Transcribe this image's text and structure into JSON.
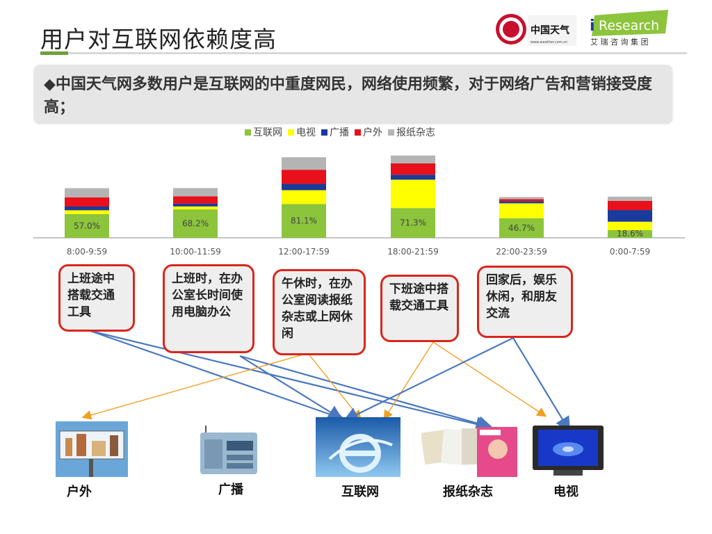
{
  "title": "用户对互联网依赖度高",
  "banner": {
    "text": "◆中国天气网多数用户是互联网的中重度网民，网络使用频繁，对于网络广告和营销接受度高；"
  },
  "logos": {
    "weather_cn": "中国天气",
    "weather_url": "www.weather.com.cn",
    "iresearch_main": "iResearch",
    "iresearch_cn": "艾 瑞 咨 询 集 团"
  },
  "colors": {
    "internet": "#8cc43c",
    "tv": "#ffff00",
    "radio": "#1a3a9c",
    "outdoor": "#e8101a",
    "print": "#b4b4b4",
    "callout_border": "#d9261c",
    "arrow_blue": "#4a78c0",
    "arrow_orange": "#f0a020"
  },
  "chart_data": {
    "type": "bar",
    "stacked": true,
    "categories": [
      "8:00-9:59",
      "10:00-11:59",
      "12:00-17:59",
      "18:00-21:59",
      "22:00-23:59",
      "0:00-7:59"
    ],
    "series": [
      {
        "name": "互联网",
        "values": [
          57.0,
          68.2,
          81.1,
          71.3,
          46.7,
          18.6
        ]
      },
      {
        "name": "电视",
        "values": [
          9,
          7,
          33,
          68,
          36,
          20
        ]
      },
      {
        "name": "广播",
        "values": [
          9,
          7,
          15,
          12,
          5,
          28
        ]
      },
      {
        "name": "户外",
        "values": [
          22,
          17,
          34,
          27,
          5,
          22
        ]
      },
      {
        "name": "报纸杂志",
        "values": [
          22,
          20,
          30,
          19,
          5,
          10
        ]
      }
    ],
    "data_labels": [
      "57.0%",
      "68.2%",
      "81.1%",
      "71.3%",
      "46.7%",
      "18.6%"
    ],
    "legend_position": "top",
    "grid": false
  },
  "callouts": [
    {
      "text": "上班途中搭载交通工具"
    },
    {
      "text": "上班时，在办公室长时间使用电脑办公"
    },
    {
      "text": "午休时，在办公室阅读报纸杂志或上网休闲"
    },
    {
      "text": "下班途中搭载交通工具"
    },
    {
      "text": "回家后，娱乐休闲，和朋友交流"
    }
  ],
  "media": [
    {
      "label": "户外",
      "icon": "billboard-image"
    },
    {
      "label": "广播",
      "icon": "radio-image"
    },
    {
      "label": "互联网",
      "icon": "internet-e-image"
    },
    {
      "label": "报纸杂志",
      "icon": "newspaper-magazine-image"
    },
    {
      "label": "电视",
      "icon": "tv-image"
    }
  ]
}
